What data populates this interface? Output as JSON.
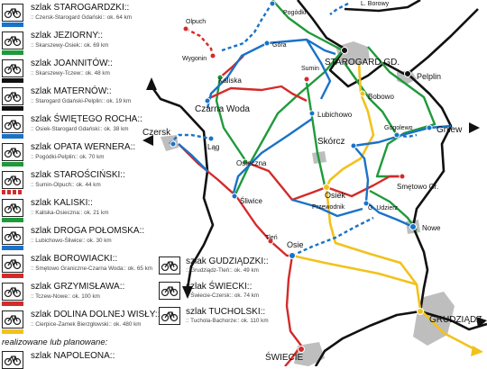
{
  "legend": [
    {
      "name": "szlak STAROGARDZKI::",
      "desc": ":: Czersk-Starogard Gdański:: ok. 64 km",
      "color": "#1a72c8",
      "dashed": false
    },
    {
      "name": "szlak JEZIORNY::",
      "desc": ":: Skarszewy-Osiek:: ok. 69 km",
      "color": "#1f9a3a",
      "dashed": false
    },
    {
      "name": "szlak JOANNITÓW::",
      "desc": ":: Skarszewy-Tczew:: ok. 48 km",
      "color": "#111111",
      "dashed": false
    },
    {
      "name": "szlak MATERNÓW::",
      "desc": ":: Starogard Gdański-Pelplin:: ok. 19 km",
      "color": "#111111",
      "dashed": false
    },
    {
      "name": "szlak ŚWIĘTEGO ROCHA::",
      "desc": ":: Osiek-Starogard Gdański:: ok. 38 km",
      "color": "#1a72c8",
      "dashed": false
    },
    {
      "name": "szlak OPATA WERNERA::",
      "desc": ":: Pogódki-Pelplin:: ok. 70 km",
      "color": "#1f9a3a",
      "dashed": false
    },
    {
      "name": "szlak STAROŚCIŃSKI::",
      "desc": ":: Sumin-Olpuch:: ok. 44 km",
      "color": "#d42a2a",
      "dashed": true
    },
    {
      "name": "szlak KALISKI::",
      "desc": ":: Kaliska-Osieczna:: ok. 21 km",
      "color": "#1f9a3a",
      "dashed": false
    },
    {
      "name": "szlak DROGA POŁOMSKA::",
      "desc": ":: Lubichowo-Śliwice:: ok. 30 km",
      "color": "#1a72c8",
      "dashed": false
    },
    {
      "name": "szlak BOROWIACKI::",
      "desc": ":: Smętowo Graniczne-Czarna Woda:: ok. 65 km",
      "color": "#d42a2a",
      "dashed": false
    },
    {
      "name": "szlak GRZYMISŁAWA::",
      "desc": ":: Tczew-Nowe:: ok. 100 km",
      "color": "#d42a2a",
      "dashed": false
    },
    {
      "name": "szlak DOLINA DOLNEJ WISŁY::",
      "desc": ":: Cierpice-Zamek Bierzgłowski:: ok. 480 km",
      "color": "#f2c21b",
      "dashed": false
    }
  ],
  "legend2": [
    {
      "name": "szlak GUDZIĄDZKI::",
      "desc": ":: Grudziądz-Tleń:: ok. 49 km"
    },
    {
      "name": "szlak ŚWIECKI::",
      "desc": ":: Świecie-Czersk:: ok. 74 km"
    },
    {
      "name": "szlak TUCHOLSKI::",
      "desc": ":: Tuchola-Bachorze:: ok. 110 km"
    }
  ],
  "planned_label": "realizowane lub planowane:",
  "planned_item": "szlak NAPOLEONA::",
  "places": {
    "olpuch": "Olpuch",
    "pogodki": "Pogódki",
    "gora": "Góra",
    "wygonin": "Wygonin",
    "kaliska": "Kaliska",
    "sumin": "Sumin",
    "starogard": "STAROGARD GD.",
    "pelplin": "Pelplin",
    "czarnawoda": "Czarna Woda",
    "bobowo": "Bobowo",
    "lubichowo": "Lubichowo",
    "czersk": "Czersk",
    "gogolewo": "Gogolewo",
    "gniew": "Gniew",
    "lag": "Ląg",
    "skorcz": "Skórcz",
    "osieczna": "Osieczna",
    "sliwice": "Śliwice",
    "osiek": "Osiek",
    "smetowo": "Smętowo Gr.",
    "przewodnik": "Przewodnik",
    "gudzierz": "G. Udzierz",
    "nowe": "Nowe",
    "tlen": "Tleń",
    "osie": "Osie",
    "grudziadz": "GRUDZIĄDZ",
    "swiecie": "ŚWIECIE",
    "borowy": "L. Borowy"
  },
  "colors": {
    "blue": "#1a72c8",
    "green": "#1f9a3a",
    "red": "#d42a2a",
    "yellow": "#f2c21b",
    "black": "#111111",
    "town": "#b0b0b0"
  }
}
